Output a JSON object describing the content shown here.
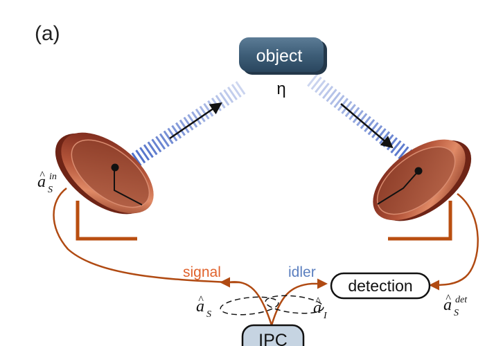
{
  "panel_label": "(a)",
  "object": {
    "label": "object",
    "symbol": "η"
  },
  "labels": {
    "signal": "signal",
    "idler": "idler",
    "detection": "detection",
    "source": "IPC"
  },
  "operators": {
    "a_s_in": {
      "base": "a",
      "hat": "^",
      "sub": "S",
      "sup": "in"
    },
    "a_s_det": {
      "base": "a",
      "hat": "^",
      "sub": "S",
      "sup": "det"
    },
    "a_s": {
      "base": "a",
      "hat": "^",
      "sub": "S"
    },
    "a_i": {
      "base": "a",
      "hat": "^",
      "sub": "I"
    }
  },
  "colors": {
    "signal": "#e0622c",
    "idler": "#5b7fbf",
    "path": "#b04a12",
    "object_fill": "#3e5e78",
    "mirror": "#8c3a24",
    "mount": "#b94e10",
    "beam": "#3f62c4",
    "ipc_fill": "#c6d4e2"
  }
}
